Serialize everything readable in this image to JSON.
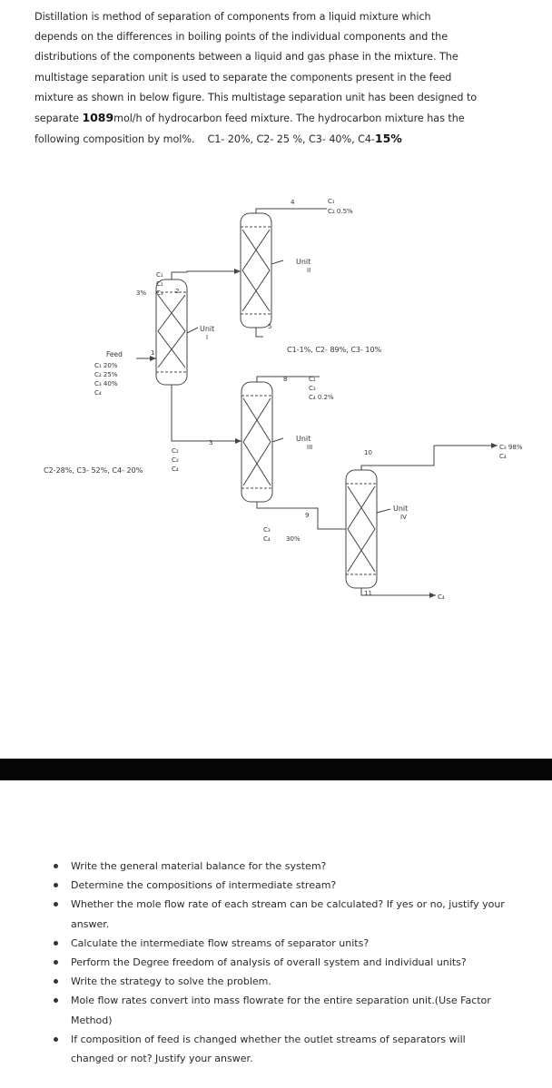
{
  "intro": {
    "lines": [
      "Distillation is method of separation of components from a liquid mixture which",
      "depends on the differences in boiling points of the individual components and the",
      "distributions of the components between a liquid and gas phase in the mixture. The",
      "multistage separation unit is used to separate the components present in the feed",
      "mixture as shown in below figure. This multistage separation unit has been designed to"
    ],
    "line6_pre": "separate ",
    "line6_bold": "1089",
    "line6_post": "mol/h of hydrocarbon feed mixture. The hydrocarbon mixture has the",
    "line7_pre": "following composition by mol%.",
    "line7_comp": "C1- 20%, C2- 25 %, C3- 40%, C4-",
    "line7_bold": "15%"
  },
  "diagram": {
    "unit1_label": "Unit",
    "unit1_num": "I",
    "unit2_label": "Unit",
    "unit2_num": "II",
    "unit3_label": "Unit",
    "unit3_num": "III",
    "unit4_label": "Unit",
    "unit4_num": "IV",
    "stream_labels": [
      "1",
      "2",
      "3",
      "4",
      "5",
      "8",
      "9",
      "10",
      "11"
    ],
    "feed_label": "Feed",
    "feed_rows": [
      "C₁ 20%",
      "C₂ 25%",
      "C₃ 40%",
      "C₄"
    ],
    "stream2_rows": [
      "C₁",
      "C₂",
      "C₃"
    ],
    "stream2_pct": "3%",
    "stream3_rows": [
      "C₂",
      "C₃",
      "C₄"
    ],
    "stream3_comp": "C2-28%, C3- 52%, C4- 20%",
    "stream4_rows": [
      "C₁",
      "C₂ 0.5%"
    ],
    "stream5_comp": "C1-1%, C2- 89%, C3- 10%",
    "stream8_rows": [
      "C₂",
      "C₃",
      "C₄ 0.2%"
    ],
    "stream9_rows": [
      "C₃",
      "C₄"
    ],
    "stream9_pct": "30%",
    "stream10_rows": [
      "C₃ 98%",
      "C₄"
    ],
    "stream11_label": "C₄"
  },
  "questions": [
    "Write the general material balance for the system?",
    "Determine the compositions of intermediate stream?",
    "Whether the mole flow rate of each stream can be calculated? If yes or no, justify your answer.",
    "Calculate the intermediate flow streams of separator units?",
    "Perform the Degree freedom of analysis of overall system and individual units?",
    "Write the strategy to solve the problem.",
    "Mole flow rates convert into mass flowrate for the entire separation unit.(Use Factor Method)",
    "If composition of feed is changed whether the outlet streams of separators will changed or not? Justify your answer."
  ]
}
